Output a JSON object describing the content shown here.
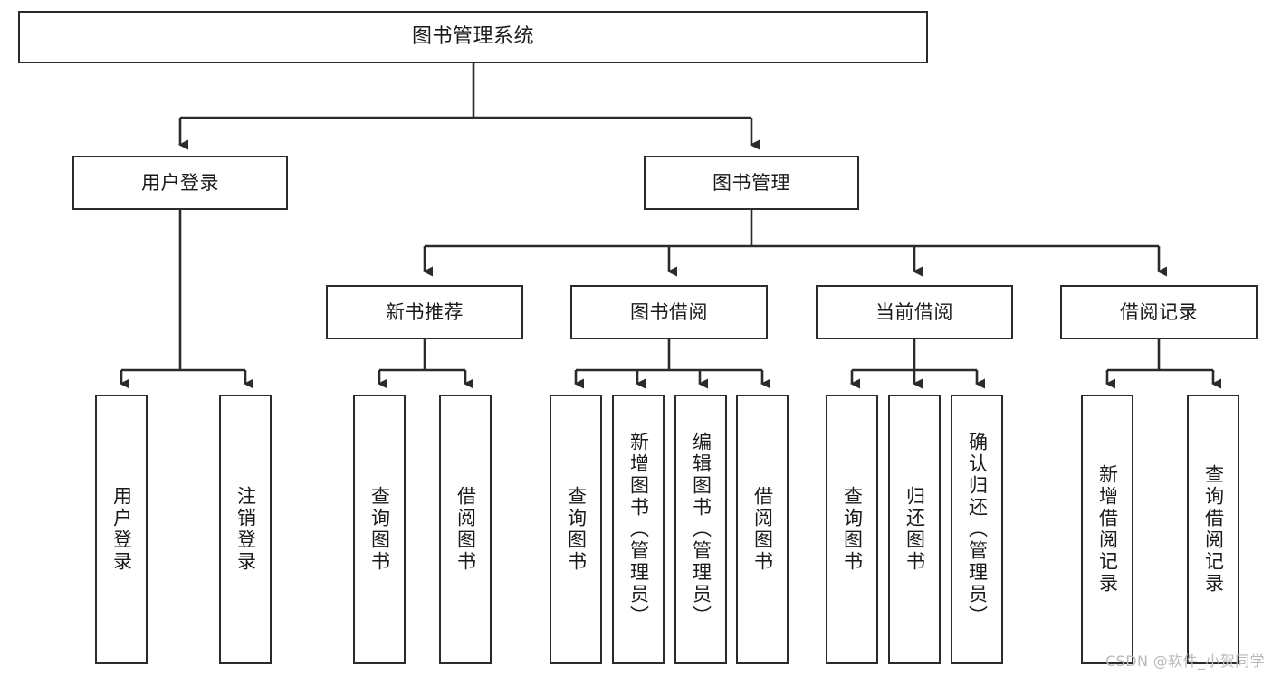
{
  "diagram": {
    "title": "图书管理系统",
    "type": "tree",
    "watermark": "CSDN @软件_小贺同学",
    "colors": {
      "border": "#2b2b2b",
      "background": "#ffffff",
      "text": "#1a1a1a",
      "watermark": "#b9b9b9"
    },
    "nodes": {
      "root": {
        "label": "图书管理系统"
      },
      "level1": [
        {
          "label": "用户登录"
        },
        {
          "label": "图书管理"
        }
      ],
      "level2": [
        {
          "label": "新书推荐"
        },
        {
          "label": "图书借阅"
        },
        {
          "label": "当前借阅"
        },
        {
          "label": "借阅记录"
        }
      ],
      "leaves_user_login": [
        {
          "label": "用户登录"
        },
        {
          "label": "注销登录"
        }
      ],
      "leaves_new_books": [
        {
          "label": "查询图书"
        },
        {
          "label": "借阅图书"
        }
      ],
      "leaves_borrow": [
        {
          "label": "查询图书"
        },
        {
          "label": "新增图书（管理员）"
        },
        {
          "label": "编辑图书（管理员）"
        },
        {
          "label": "借阅图书"
        }
      ],
      "leaves_current": [
        {
          "label": "查询图书"
        },
        {
          "label": "归还图书"
        },
        {
          "label": "确认归还（管理员）"
        }
      ],
      "leaves_records": [
        {
          "label": "新增借阅记录"
        },
        {
          "label": "查询借阅记录"
        }
      ]
    }
  }
}
